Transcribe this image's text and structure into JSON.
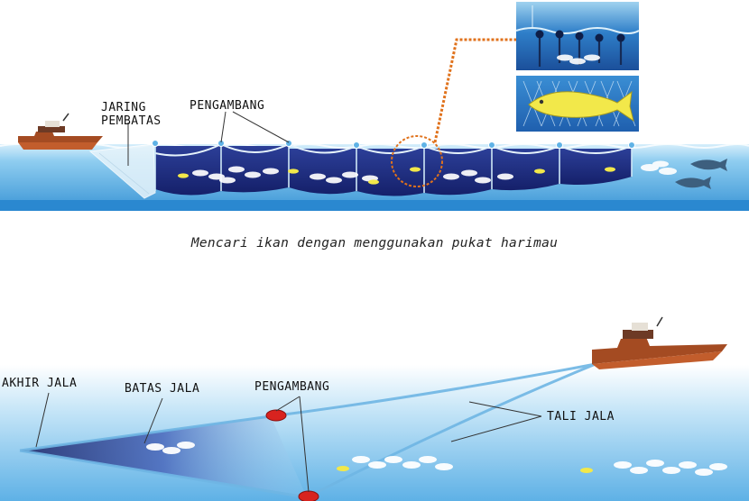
{
  "top_diagram": {
    "labels": {
      "jaring_line1": "JARING",
      "jaring_line2": "PEMBATAS",
      "pengambang": "PENGAMBANG"
    },
    "caption": "Mencari ikan dengan menggunakan pukat harimau"
  },
  "bottom_diagram": {
    "labels": {
      "akhir_jala": "AKHIR JALA",
      "batas_jala": "BATAS JALA",
      "pengambang": "PENGAMBANG",
      "tali_jala": "TALI JALA"
    }
  },
  "colors": {
    "water": "#7cc4ec",
    "water_deep": "#2f86cf",
    "net_dark": "#1d2a7a",
    "boat_hull": "#b5562a",
    "float_red": "#d8231f",
    "leader_orange": "#e0721c",
    "fish_yellow": "#f2e84a"
  }
}
